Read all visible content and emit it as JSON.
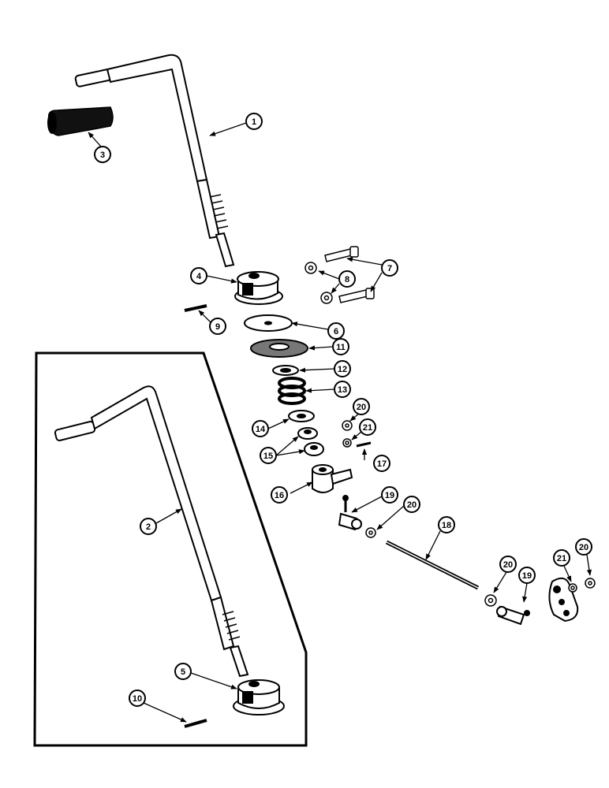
{
  "diagram": {
    "callouts": [
      {
        "id": "c1",
        "label": "1"
      },
      {
        "id": "c2",
        "label": "2"
      },
      {
        "id": "c3",
        "label": "3"
      },
      {
        "id": "c4",
        "label": "4"
      },
      {
        "id": "c5",
        "label": "5"
      },
      {
        "id": "c6",
        "label": "6"
      },
      {
        "id": "c7",
        "label": "7"
      },
      {
        "id": "c8",
        "label": "8"
      },
      {
        "id": "c9",
        "label": "9"
      },
      {
        "id": "c10",
        "label": "10"
      },
      {
        "id": "c11",
        "label": "11"
      },
      {
        "id": "c12",
        "label": "12"
      },
      {
        "id": "c13",
        "label": "13"
      },
      {
        "id": "c14",
        "label": "14"
      },
      {
        "id": "c15",
        "label": "15"
      },
      {
        "id": "c16",
        "label": "16"
      },
      {
        "id": "c17",
        "label": "17"
      },
      {
        "id": "c18",
        "label": "18"
      },
      {
        "id": "c19a",
        "label": "19"
      },
      {
        "id": "c19b",
        "label": "19"
      },
      {
        "id": "c20a",
        "label": "20"
      },
      {
        "id": "c20b",
        "label": "20"
      },
      {
        "id": "c20c",
        "label": "20"
      },
      {
        "id": "c20d",
        "label": "20"
      },
      {
        "id": "c21a",
        "label": "21"
      },
      {
        "id": "c21b",
        "label": "21"
      }
    ]
  }
}
